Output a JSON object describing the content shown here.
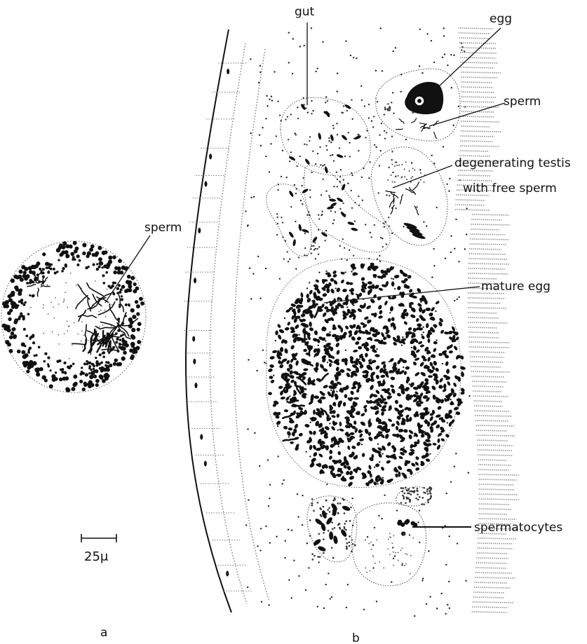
{
  "figure": {
    "panels": {
      "a": "a",
      "b": "b"
    },
    "panel_a": {
      "labels": {
        "sperm": "sperm"
      },
      "scale_bar": "25μ"
    },
    "panel_b": {
      "labels": {
        "gut": "gut",
        "egg": "egg",
        "sperm": "sperm",
        "degenerating_testis_line1": "degenerating testis",
        "degenerating_testis_line2": "with free sperm",
        "mature_egg": "mature egg",
        "spermatocytes": "spermatocytes"
      }
    },
    "colors": {
      "ink": "#111111",
      "background": "#ffffff"
    }
  }
}
